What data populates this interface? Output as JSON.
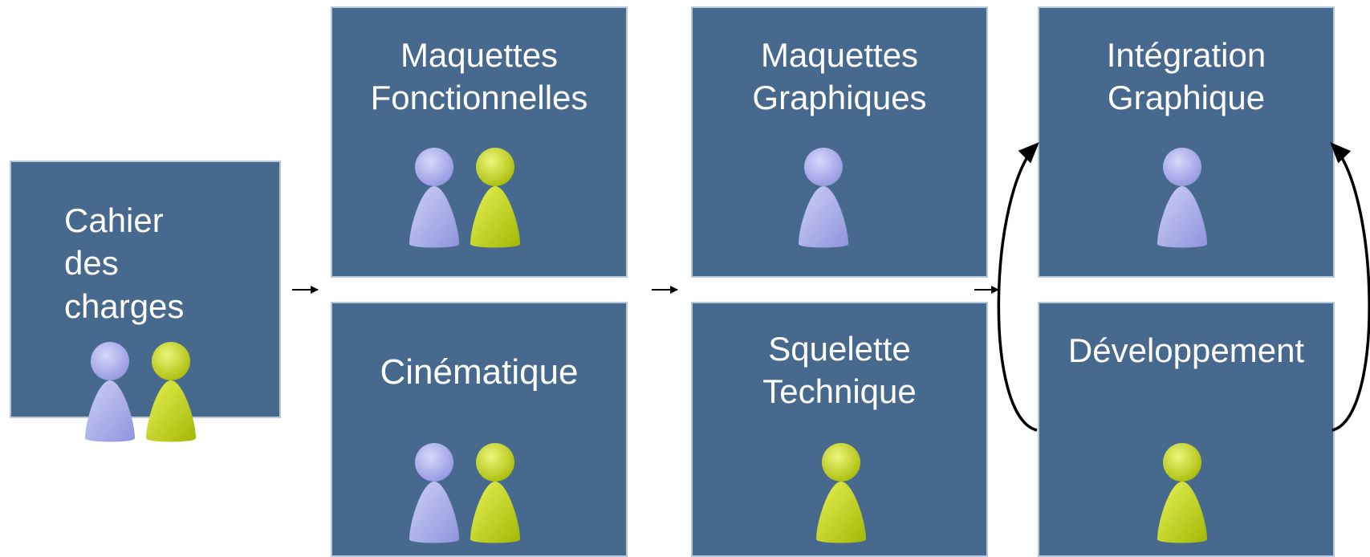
{
  "colors": {
    "box_fill": "#48698E",
    "box_border": "#b9c7da",
    "text": "#ffffff",
    "person_lavender": "#b0b4ee",
    "person_lime": "#cfe21c",
    "arrow": "#000000"
  },
  "boxes": {
    "cahier": {
      "lines": [
        "Cahier",
        "des",
        "charges"
      ],
      "people": [
        "lavender",
        "lime"
      ]
    },
    "maquettes_fonctionnelles": {
      "lines": [
        "Maquettes",
        "Fonctionnelles"
      ],
      "people": [
        "lavender",
        "lime"
      ]
    },
    "cinematique": {
      "lines": [
        "Cinématique"
      ],
      "people": [
        "lavender",
        "lime"
      ]
    },
    "maquettes_graphiques": {
      "lines": [
        "Maquettes",
        "Graphiques"
      ],
      "people": [
        "lavender"
      ]
    },
    "squelette_technique": {
      "lines": [
        "Squelette",
        "Technique"
      ],
      "people": [
        "lime"
      ]
    },
    "integration_graphique": {
      "lines": [
        "Intégration",
        "Graphique"
      ],
      "people": [
        "lavender"
      ]
    },
    "developpement": {
      "lines": [
        "Développement"
      ],
      "people": [
        "lime"
      ]
    }
  },
  "icons": {
    "person_icon": "person-icon",
    "arrow_icon": "arrow-right-icon"
  }
}
